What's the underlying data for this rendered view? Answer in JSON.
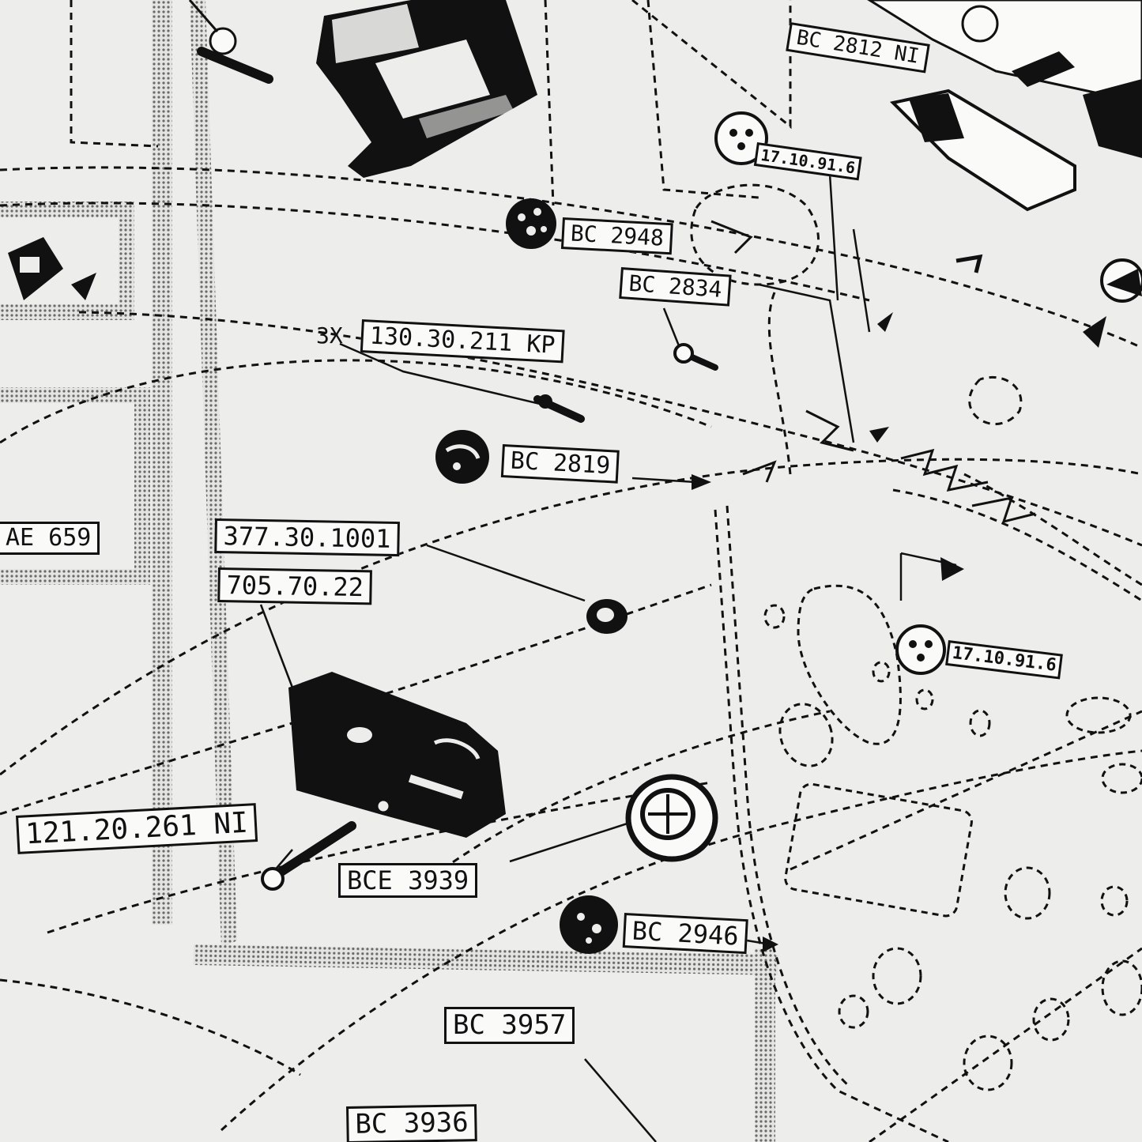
{
  "labels": {
    "bc2812": "BC 2812 NI",
    "ref_top": "17.10.91.6",
    "bc2948": "BC 2948",
    "bc2834": "BC 2834",
    "qty": "3X",
    "kp": "130.30.211 KP",
    "bc2819": "BC 2819",
    "ae659": "AE 659",
    "p377": "377.30.1001",
    "p705": "705.70.22",
    "ref_mid": "17.10.91.6",
    "p121": "121.20.261 NI",
    "bce": "BCE 3939",
    "bc2946": "BC 2946",
    "bc3957": "BC 3957",
    "bc3936": "BC 3936"
  },
  "colors": {
    "ink": "#111111",
    "paper": "#ededeb",
    "screen": "#9a9a98"
  }
}
